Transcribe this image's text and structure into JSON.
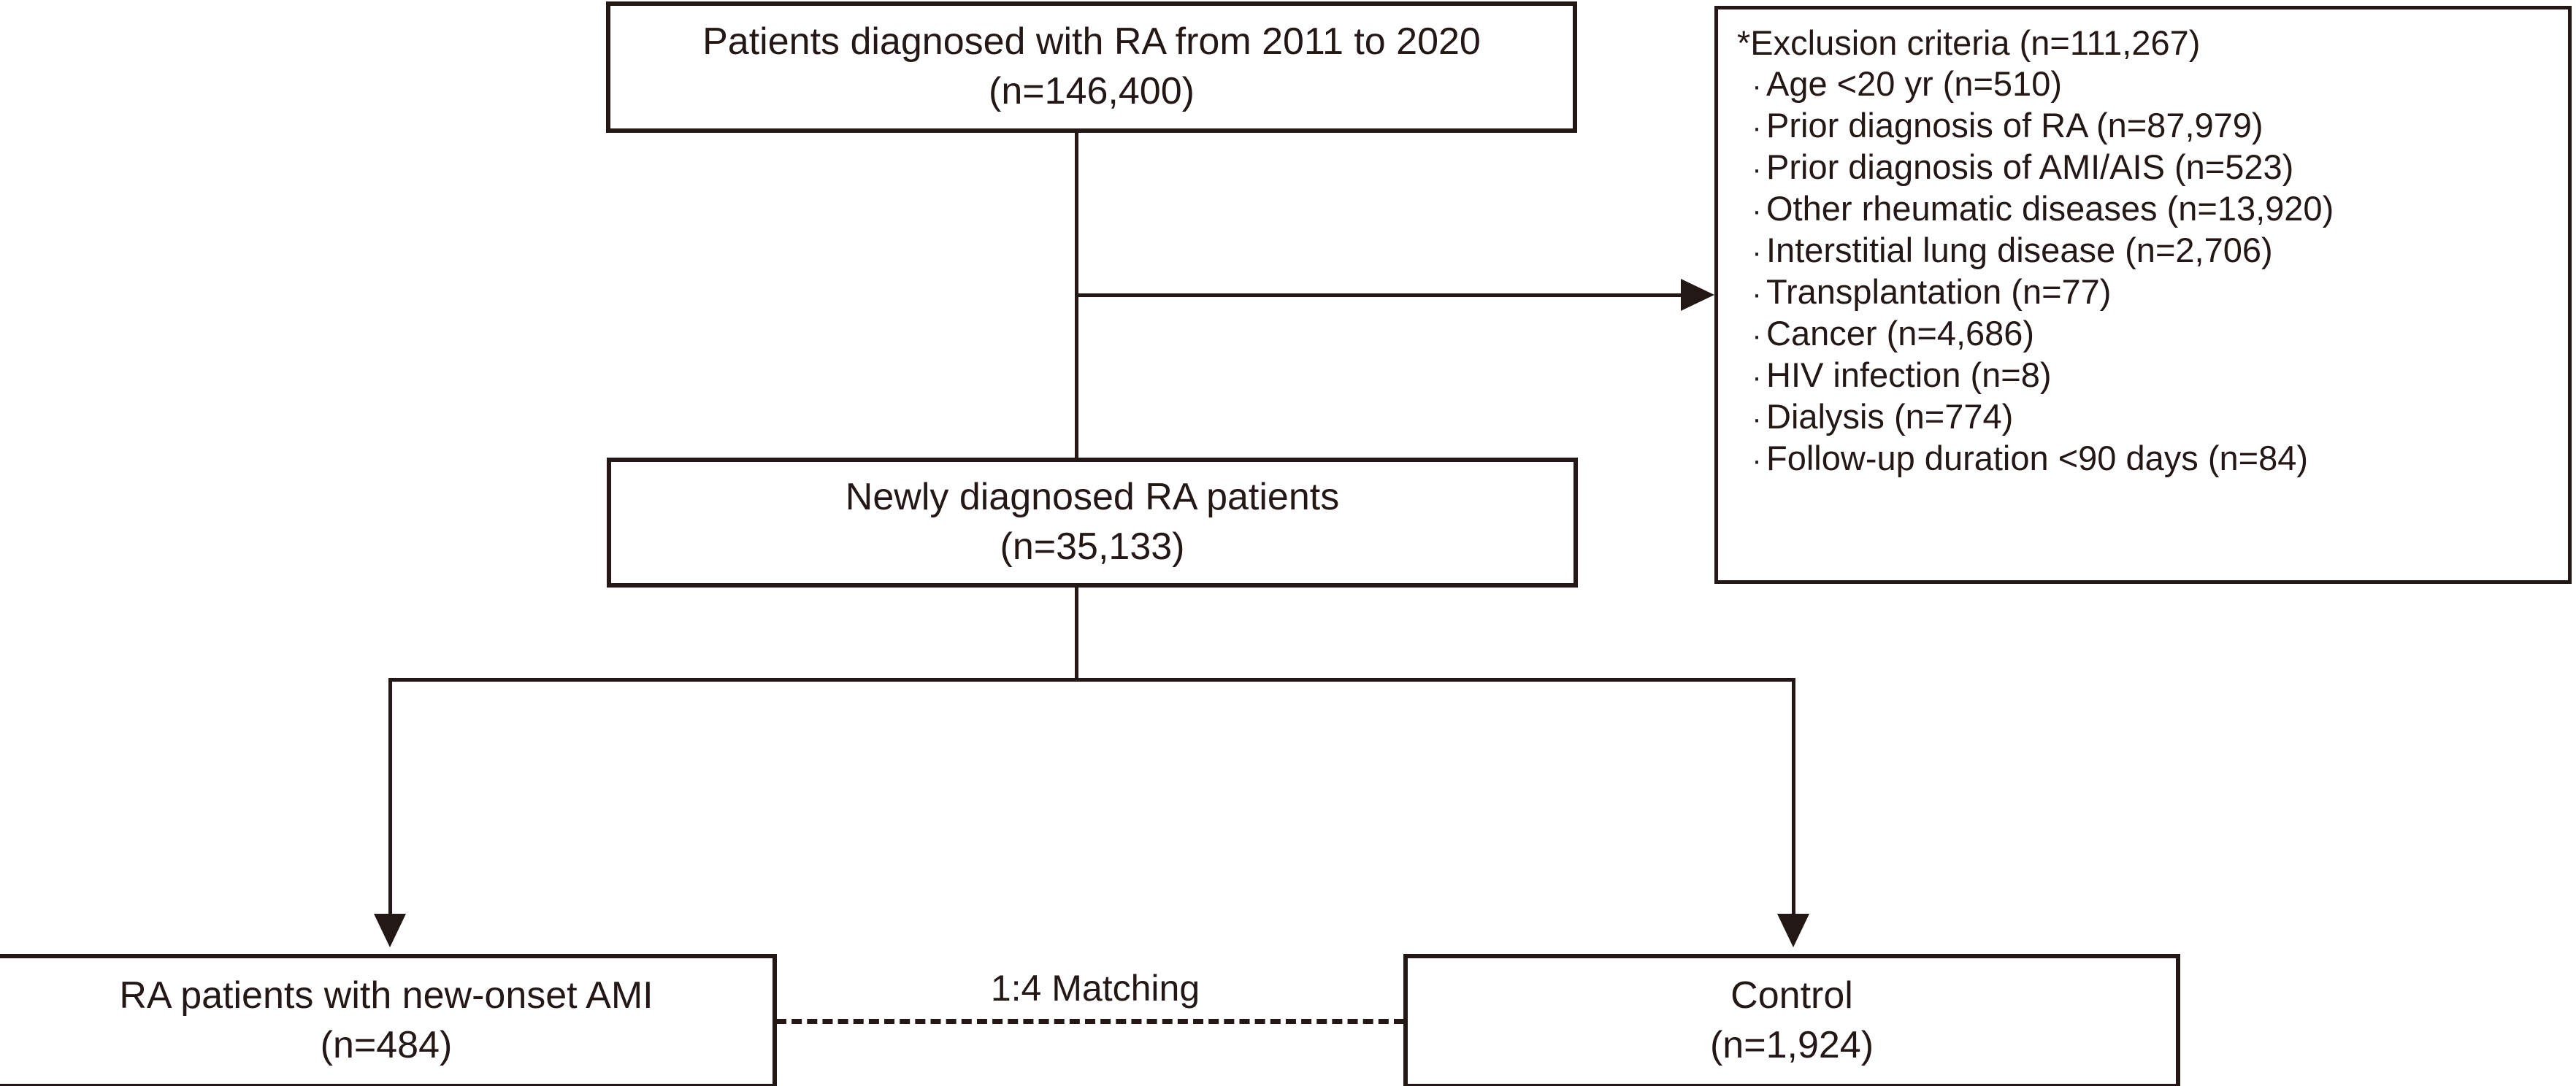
{
  "diagram": {
    "type": "study-flow-chart",
    "stroke_color": "#231815",
    "background_color": "#ffffff",
    "nodes": {
      "cohort": {
        "line1": "Patients diagnosed with RA from 2011 to 2020",
        "line2": "(n=146,400)"
      },
      "newly_diagnosed": {
        "line1": "Newly diagnosed RA patients",
        "line2": "(n=35,133)"
      },
      "ami_group": {
        "line1": "RA patients with new-onset AMI",
        "line2": "(n=484)"
      },
      "control_group": {
        "line1": "Control",
        "line2": "(n=1,924)"
      }
    },
    "exclusion": {
      "title": "*Exclusion criteria (n=111,267)",
      "bullet_glyph": "·",
      "items": [
        "Age <20 yr (n=510)",
        "Prior diagnosis of RA (n=87,979)",
        "Prior diagnosis of AMI/AIS (n=523)",
        "Other rheumatic diseases (n=13,920)",
        "Interstitial lung disease (n=2,706)",
        "Transplantation (n=77)",
        "Cancer (n=4,686)",
        "HIV infection (n=8)",
        "Dialysis (n=774)",
        "Follow-up duration <90 days (n=84)"
      ]
    },
    "edges": {
      "matching_label": "1:4 Matching"
    }
  }
}
